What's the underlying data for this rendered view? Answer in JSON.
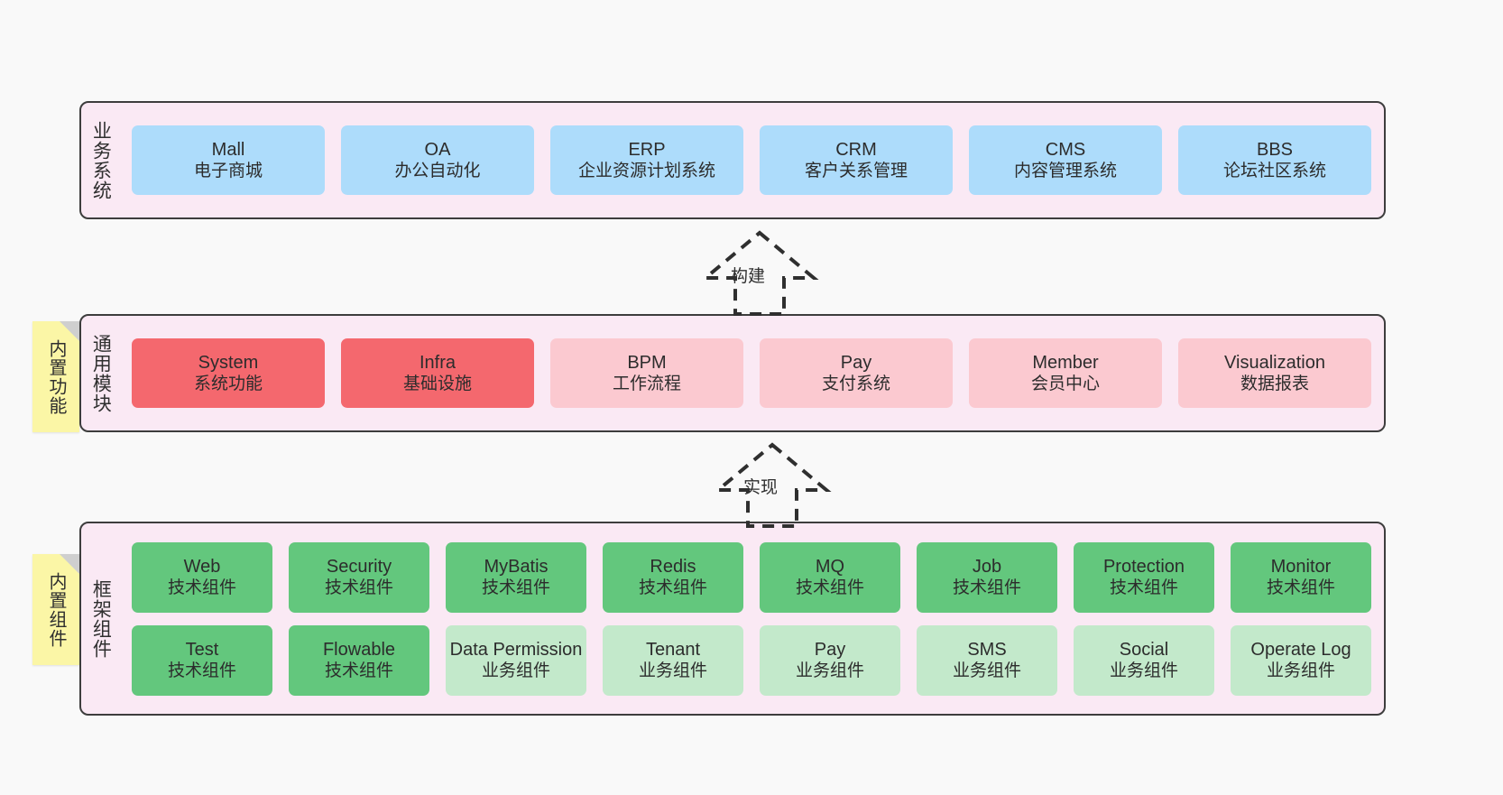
{
  "diagram": {
    "background_color": "#f9f9f9",
    "layer_fill": "#fae9f4",
    "layer_border": "#3d3d3d",
    "sticky_color": "#fbf6a6"
  },
  "layers": [
    {
      "id": "business",
      "title": "业务系统",
      "cards": [
        {
          "name": "Mall",
          "sub": "电子商城",
          "color": "#addcfb",
          "style": "c-blue"
        },
        {
          "name": "OA",
          "sub": "办公自动化",
          "color": "#addcfb",
          "style": "c-blue"
        },
        {
          "name": "ERP",
          "sub": "企业资源计划系统",
          "color": "#addcfb",
          "style": "c-blue"
        },
        {
          "name": "CRM",
          "sub": "客户关系管理",
          "color": "#addcfb",
          "style": "c-blue"
        },
        {
          "name": "CMS",
          "sub": "内容管理系统",
          "color": "#addcfb",
          "style": "c-blue"
        },
        {
          "name": "BBS",
          "sub": "论坛社区系统",
          "color": "#addcfb",
          "style": "c-blue"
        }
      ]
    },
    {
      "id": "common",
      "title": "通用模块",
      "sticky": "内置功能",
      "cards": [
        {
          "name": "System",
          "sub": "系统功能",
          "color": "#f4686e",
          "style": "c-red"
        },
        {
          "name": "Infra",
          "sub": "基础设施",
          "color": "#f4686e",
          "style": "c-red"
        },
        {
          "name": "BPM",
          "sub": "工作流程",
          "color": "#fbc9d0",
          "style": "c-pink"
        },
        {
          "name": "Pay",
          "sub": "支付系统",
          "color": "#fbc9d0",
          "style": "c-pink"
        },
        {
          "name": "Member",
          "sub": "会员中心",
          "color": "#fbc9d0",
          "style": "c-pink"
        },
        {
          "name": "Visualization",
          "sub": "数据报表",
          "color": "#fbc9d0",
          "style": "c-pink"
        }
      ]
    },
    {
      "id": "framework",
      "title": "框架组件",
      "sticky": "内置组件",
      "rows": [
        [
          {
            "name": "Web",
            "sub": "技术组件",
            "color": "#63c77d",
            "style": "c-green"
          },
          {
            "name": "Security",
            "sub": "技术组件",
            "color": "#63c77d",
            "style": "c-green"
          },
          {
            "name": "MyBatis",
            "sub": "技术组件",
            "color": "#63c77d",
            "style": "c-green"
          },
          {
            "name": "Redis",
            "sub": "技术组件",
            "color": "#63c77d",
            "style": "c-green"
          },
          {
            "name": "MQ",
            "sub": "技术组件",
            "color": "#63c77d",
            "style": "c-green"
          },
          {
            "name": "Job",
            "sub": "技术组件",
            "color": "#63c77d",
            "style": "c-green"
          },
          {
            "name": "Protection",
            "sub": "技术组件",
            "color": "#63c77d",
            "style": "c-green"
          },
          {
            "name": "Monitor",
            "sub": "技术组件",
            "color": "#63c77d",
            "style": "c-green"
          }
        ],
        [
          {
            "name": "Test",
            "sub": "技术组件",
            "color": "#63c77d",
            "style": "c-green"
          },
          {
            "name": "Flowable",
            "sub": "技术组件",
            "color": "#63c77d",
            "style": "c-green"
          },
          {
            "name": "Data Permission",
            "sub": "业务组件",
            "color": "#c3e9cb",
            "style": "c-lightgreen"
          },
          {
            "name": "Tenant",
            "sub": "业务组件",
            "color": "#c3e9cb",
            "style": "c-lightgreen"
          },
          {
            "name": "Pay",
            "sub": "业务组件",
            "color": "#c3e9cb",
            "style": "c-lightgreen"
          },
          {
            "name": "SMS",
            "sub": "业务组件",
            "color": "#c3e9cb",
            "style": "c-lightgreen"
          },
          {
            "name": "Social",
            "sub": "业务组件",
            "color": "#c3e9cb",
            "style": "c-lightgreen"
          },
          {
            "name": "Operate Log",
            "sub": "业务组件",
            "color": "#c3e9cb",
            "style": "c-lightgreen"
          }
        ]
      ]
    }
  ],
  "arrows": [
    {
      "id": "build",
      "label": "构建",
      "direction": "up",
      "style": "dashed-hollow-triangle"
    },
    {
      "id": "impl",
      "label": "实现",
      "direction": "up",
      "style": "dashed-hollow-triangle"
    }
  ]
}
